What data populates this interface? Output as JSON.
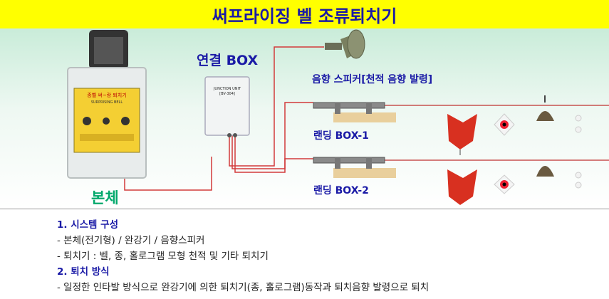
{
  "title": "써프라이징 벨 조류퇴치기",
  "labels": {
    "junction_box": "연결 BOX",
    "speaker": "음향 스피커[천적 음향 발령]",
    "landing_box_1": "랜딩 BOX-1",
    "landing_box_2": "랜딩 BOX-2",
    "main_unit": "본체"
  },
  "device_text": {
    "junction_label": "JUNCTION UNIT",
    "junction_sub": "[BV-304]",
    "panel_title": "종벨 써~랑 퇴치기",
    "panel_sub": "SURPRISING BELL"
  },
  "description": {
    "section1_title": "1. 시스템 구성",
    "section1_line1": "- 본체(전기형) / 완강기 / 음향스피커",
    "section1_line2": "- 퇴치기 : 벨, 종, 홀로그램 모형 천적 및 기타 퇴치기",
    "section2_title": "2. 퇴치 방식",
    "section2_line1": "- 일정한 인타발 방식으로 완강기에 의한 퇴치기(종, 홀로그램)동작과 퇴치음향 발령으로 퇴치"
  },
  "colors": {
    "title_bg": "#ffff00",
    "title_text": "#1a1aa6",
    "wire": "#d23a3a",
    "main_label": "#00a86b"
  }
}
